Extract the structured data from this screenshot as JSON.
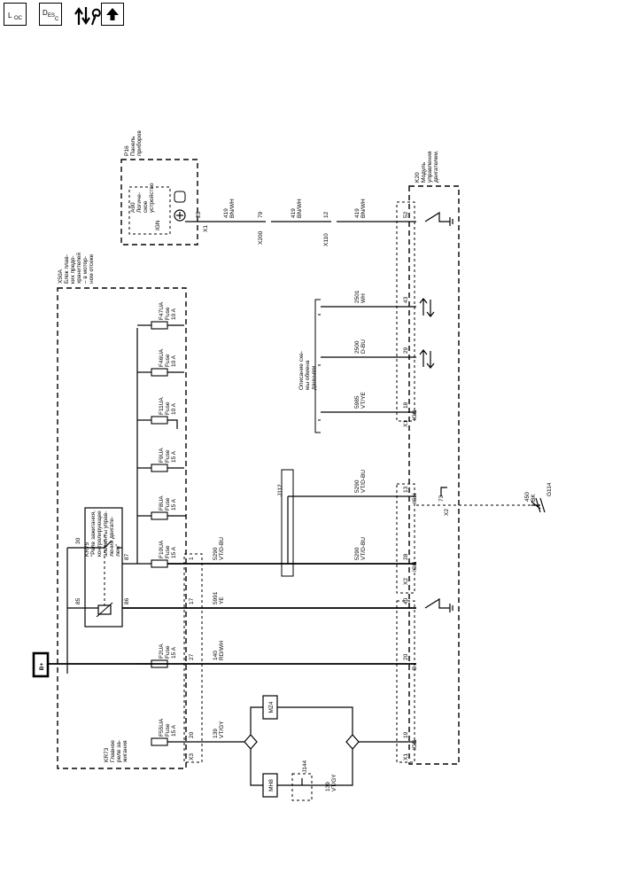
{
  "toolbar": {
    "loc": {
      "main": "L",
      "sub": "OC"
    },
    "desc": {
      "main": "D",
      "sub1": "ES",
      "sub2": "C"
    },
    "buttons": [
      {
        "name": "location-button",
        "icon": "location-view-icon"
      },
      {
        "name": "description-button",
        "icon": "description-view-icon"
      },
      {
        "name": "tools-button",
        "icon": "arrows-wrench-icon"
      },
      {
        "name": "up-button",
        "icon": "up-arrow-icon"
      }
    ]
  },
  "components": {
    "x50a": [
      "X50A",
      "Блок плав-",
      "ких предо-",
      "хранителей",
      "– в мотор-",
      "ном отсеке"
    ],
    "p16": [
      "P16",
      "Панель",
      "приборов"
    ],
    "a90": [
      "A90",
      "Логиче-",
      "ское",
      "устройство"
    ],
    "ign_a90": "IGN",
    "k20": [
      "K20",
      "Модуль",
      "управления",
      "двигателем."
    ],
    "kr75": [
      "KR75",
      "\"Реле зажигания,",
      "контролирующее",
      "элементы управ-",
      "ления двигате-",
      "лем\""
    ],
    "kr73": [
      "KR73",
      "Главное",
      "реле за-",
      "жигания"
    ],
    "bplus": "B+",
    "g114": "G114",
    "j112": "J112",
    "j144": "J144",
    "mh8": "MH8",
    "mz4": "MZ4",
    "comm": [
      "Описание схе-",
      "мы обмена",
      "данными"
    ]
  },
  "fuses": [
    {
      "name": [
        "F47UA",
        "Fuse",
        "10 A"
      ]
    },
    {
      "name": [
        "F46UA",
        "Fuse",
        "10 A"
      ]
    },
    {
      "name": [
        "F11UA",
        "Fuse",
        "10 A"
      ]
    },
    {
      "name": [
        "F9UA",
        "Fuse",
        "15 A"
      ]
    },
    {
      "name": [
        "F8UA",
        "Fuse",
        "15 A"
      ]
    },
    {
      "name": [
        "F10UA",
        "Fuse",
        "15 A"
      ]
    },
    {
      "name": [
        "F2UA",
        "Fuse",
        "15 A"
      ]
    },
    {
      "name": [
        "F55UA",
        "Fuse",
        "15 A"
      ]
    }
  ],
  "wires": {
    "w419a": [
      "419",
      "BN/WH"
    ],
    "w419b": [
      "419",
      "BN/WH"
    ],
    "w419c": [
      "419",
      "BN/WH"
    ],
    "w2501": [
      "2501",
      "WH"
    ],
    "w2500": [
      "2500",
      "D-BU"
    ],
    "w5985": [
      "5985",
      "VT/YE"
    ],
    "w5290a": [
      "5290",
      "VT/D-BU"
    ],
    "w5290b": [
      "5290",
      "VT/D-BU"
    ],
    "w5290c": [
      "5290",
      "VT/D-BU"
    ],
    "w5991": [
      "5991",
      "YE"
    ],
    "w140": [
      "140",
      "RD/WH"
    ],
    "w139a": [
      "139",
      "VT/GY"
    ],
    "w139b": [
      "139",
      "VT/GY"
    ],
    "w450": [
      "450",
      "BK"
    ]
  },
  "pins": {
    "x1_25": "25",
    "x200_79": "79",
    "x110_12": "12",
    "k20_52": "52",
    "k20_43": "43",
    "k20_29": "29",
    "k20_18": "18",
    "k20_13": "13",
    "k20_28": "28",
    "k20_40": "40",
    "k20_20": "20",
    "k20_19": "19",
    "k20_73": "73",
    "x3_1": "1",
    "x3_17": "17",
    "x3_27": "27",
    "x3_20": "20",
    "kr75_30": "30",
    "kr75_87": "87",
    "kr75_85": "85",
    "kr75_86": "86"
  },
  "connectors": {
    "x1_a90": "X1",
    "x200": "X200",
    "x110": "X110",
    "x1_k20a": "X1",
    "x2_k20a": "X2",
    "x2_k20b": "X2",
    "x1_k20b": "X1",
    "x3": "X3"
  },
  "pin_labels": {
    "ign_18": "IGN",
    "ign_13": "IGN",
    "ign_28": "IGN",
    "bplus_20": "B+",
    "ign_19": "IGN"
  }
}
